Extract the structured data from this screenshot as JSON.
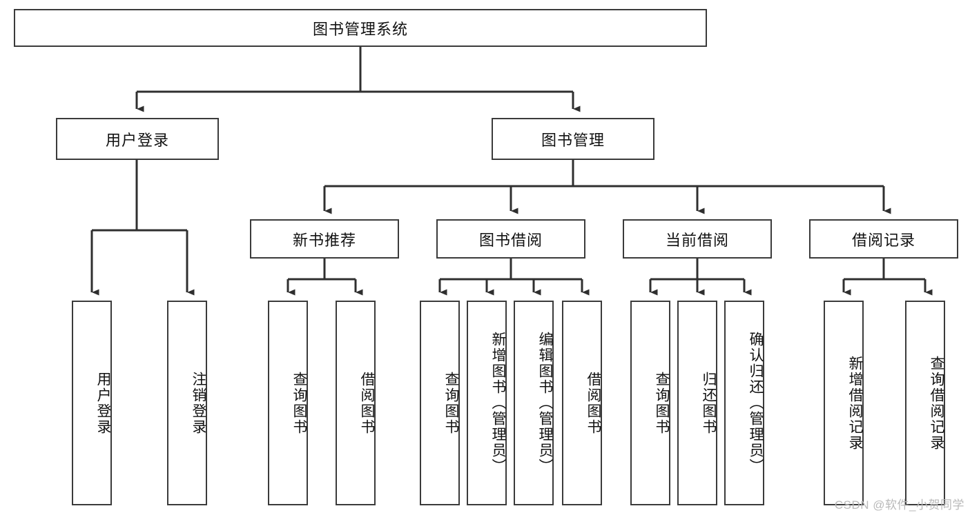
{
  "diagram": {
    "title": "图书管理系统",
    "type": "hierarchy-tree",
    "root": {
      "id": "root",
      "label": "图书管理系统",
      "orientation": "horizontal"
    },
    "level2": [
      {
        "id": "user-login",
        "label": "用户登录",
        "orientation": "horizontal"
      },
      {
        "id": "book-manage",
        "label": "图书管理",
        "orientation": "horizontal"
      }
    ],
    "level3": [
      {
        "id": "new-book-recommend",
        "label": "新书推荐",
        "orientation": "horizontal",
        "parent": "book-manage"
      },
      {
        "id": "book-borrow",
        "label": "图书借阅",
        "orientation": "horizontal",
        "parent": "book-manage"
      },
      {
        "id": "current-borrow",
        "label": "当前借阅",
        "orientation": "horizontal",
        "parent": "book-manage"
      },
      {
        "id": "borrow-record",
        "label": "借阅记录",
        "orientation": "horizontal",
        "parent": "book-manage"
      }
    ],
    "leaves": [
      {
        "id": "leaf-user-login",
        "label": "用户登录",
        "parent": "user-login"
      },
      {
        "id": "leaf-user-logout",
        "label": "注销登录",
        "parent": "user-login"
      },
      {
        "id": "leaf-query-book-1",
        "label": "查询图书",
        "parent": "new-book-recommend"
      },
      {
        "id": "leaf-borrow-book-1",
        "label": "借阅图书",
        "parent": "new-book-recommend"
      },
      {
        "id": "leaf-query-book-2",
        "label": "查询图书",
        "parent": "book-borrow"
      },
      {
        "id": "leaf-add-book",
        "label": "新增图书（管理员）",
        "parent": "book-borrow"
      },
      {
        "id": "leaf-edit-book",
        "label": "编辑图书（管理员）",
        "parent": "book-borrow"
      },
      {
        "id": "leaf-borrow-book-2",
        "label": "借阅图书",
        "parent": "book-borrow"
      },
      {
        "id": "leaf-query-book-3",
        "label": "查询图书",
        "parent": "current-borrow"
      },
      {
        "id": "leaf-return-book",
        "label": "归还图书",
        "parent": "current-borrow"
      },
      {
        "id": "leaf-confirm-return",
        "label": "确认归还（管理员）",
        "parent": "current-borrow"
      },
      {
        "id": "leaf-add-record",
        "label": "新增借阅记录",
        "parent": "borrow-record"
      },
      {
        "id": "leaf-query-record",
        "label": "查询借阅记录",
        "parent": "borrow-record"
      }
    ]
  },
  "watermark": {
    "text": "CSDN @软件_小贺同学"
  },
  "colors": {
    "stroke": "#3a3a3a",
    "background": "#ffffff",
    "text": "#111111",
    "watermark": "#b9b9b9"
  }
}
